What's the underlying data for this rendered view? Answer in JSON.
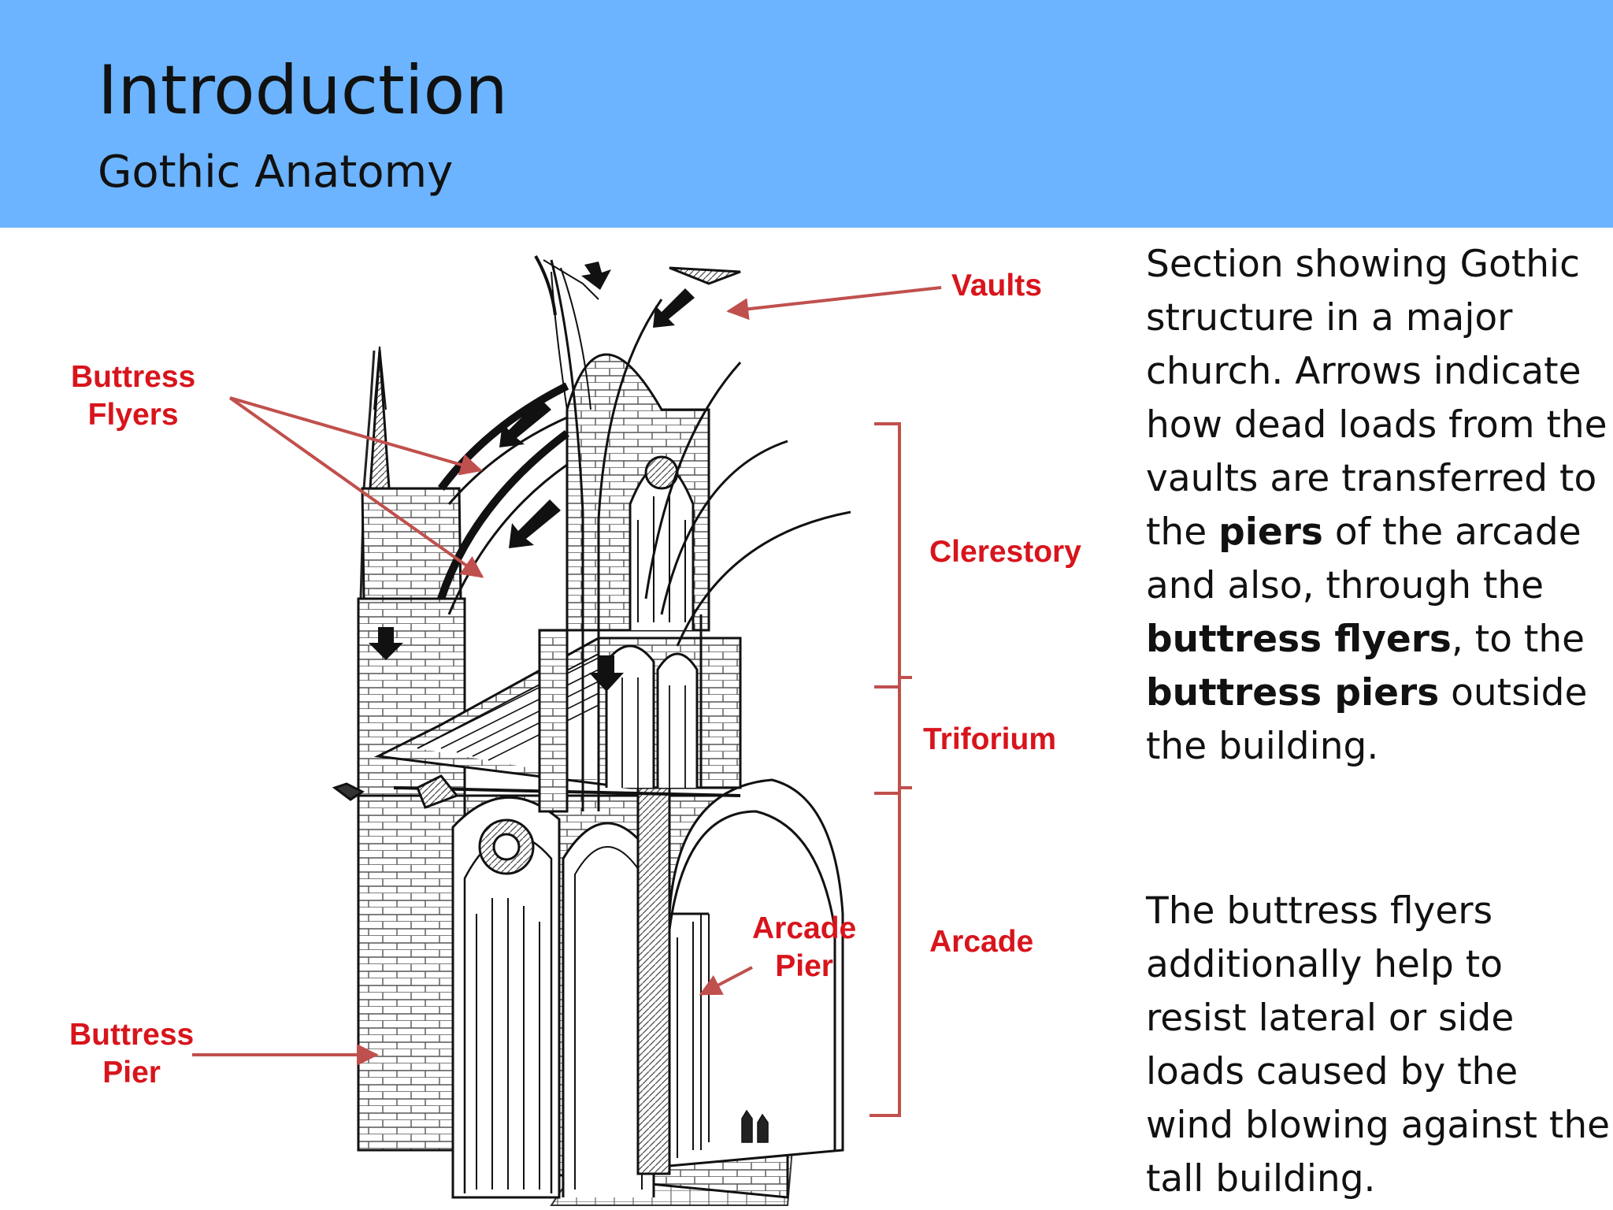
{
  "slide": {
    "title": "Introduction",
    "subtitle": "Gothic Anatomy"
  },
  "labels": {
    "vaults": "Vaults",
    "buttress_flyers_1": "Buttress",
    "buttress_flyers_2": "Flyers",
    "clerestory": "Clerestory",
    "triforium": "Triforium",
    "arcade": "Arcade",
    "arcade_pier_1": "Arcade",
    "arcade_pier_2": "Pier",
    "buttress_pier_1": "Buttress",
    "buttress_pier_2": "Pier"
  },
  "paragraph1": {
    "t1": "Section showing Gothic structure in a major church. Arrows indicate how dead loads from the vaults are transferred to the ",
    "b1": "piers",
    "t2": " of the arcade and also, through the ",
    "b2": "buttress flyers",
    "t3": ", to the ",
    "b3": "buttress piers",
    "t4": " outside the building."
  },
  "paragraph2": "The buttress flyers additionally help to resist lateral or side loads caused by the wind blowing against the tall building.",
  "colors": {
    "header": "#6cb4ff",
    "label_red": "#d8141c",
    "pointer_line": "#c0504d"
  }
}
